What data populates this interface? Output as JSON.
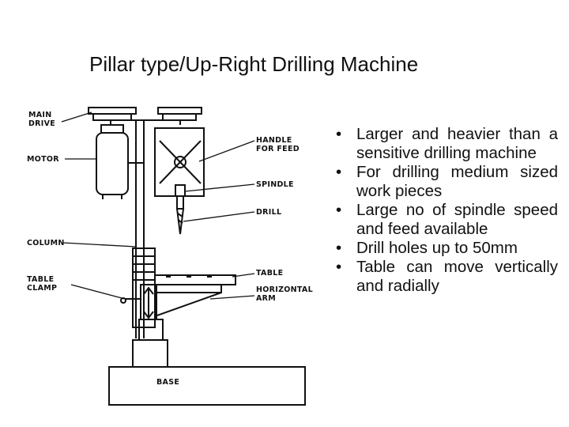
{
  "title": "Pillar type/Up-Right Drilling Machine",
  "diagram": {
    "labels": {
      "main_drive": "MAIN\nDRIVE",
      "motor": "MOTOR",
      "handle_for_feed": "HANDLE\nFOR FEED",
      "spindle": "SPINDLE",
      "drill": "DRILL",
      "column": "COLUMN",
      "table": "TABLE",
      "table_clamp": "TABLE\nCLAMP",
      "horizontal_arm": "HORIZONTAL\nARM",
      "base": "BASE"
    }
  },
  "bullets": [
    "Larger and heavier than a sensitive drilling machine",
    "For drilling medium sized work pieces",
    "Large no of spindle speed and feed available",
    "Drill holes up to 50mm",
    "Table can move vertically and radially"
  ]
}
